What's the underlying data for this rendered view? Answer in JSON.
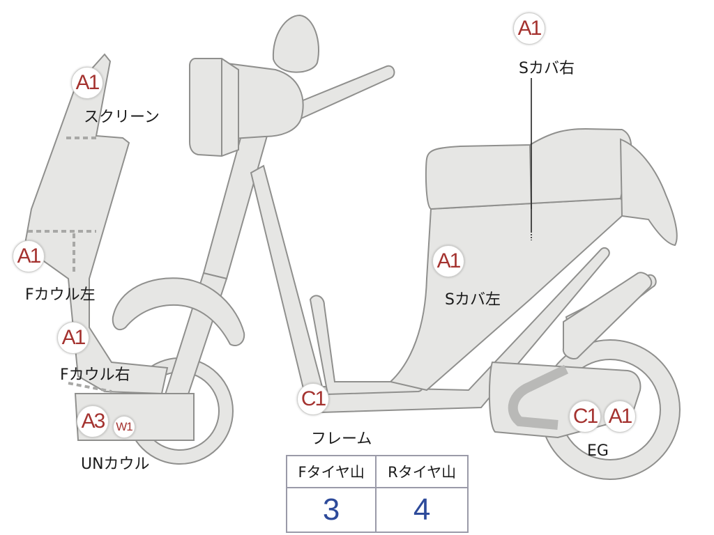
{
  "parts": [
    {
      "id": "screen",
      "grade": "A1",
      "name": "スクリーン"
    },
    {
      "id": "f-cowl-left",
      "grade": "A1",
      "name": "Fカウル左"
    },
    {
      "id": "f-cowl-right",
      "grade": "A1",
      "name": "Fカウル右"
    },
    {
      "id": "under-cowl",
      "grade": "A3",
      "grade2": "W1",
      "name": "UNカウル"
    },
    {
      "id": "frame",
      "grade": "C1",
      "name": "フレーム"
    },
    {
      "id": "s-cover-left",
      "grade": "A1",
      "name": "Sカバ左"
    },
    {
      "id": "s-cover-right",
      "grade": "A1",
      "name": "Sカバ右"
    },
    {
      "id": "engine",
      "grade": "C1",
      "grade2": "A1",
      "name": "EG"
    }
  ],
  "tire_table": {
    "headers": [
      "Fタイヤ山",
      "Rタイヤ山"
    ],
    "values": [
      "3",
      "4"
    ]
  },
  "colors": {
    "grade_text": "#a4322f",
    "tire_value": "#2d4a9a",
    "part_fill": "#e6e6e4",
    "part_stroke": "#8f8f8d"
  }
}
